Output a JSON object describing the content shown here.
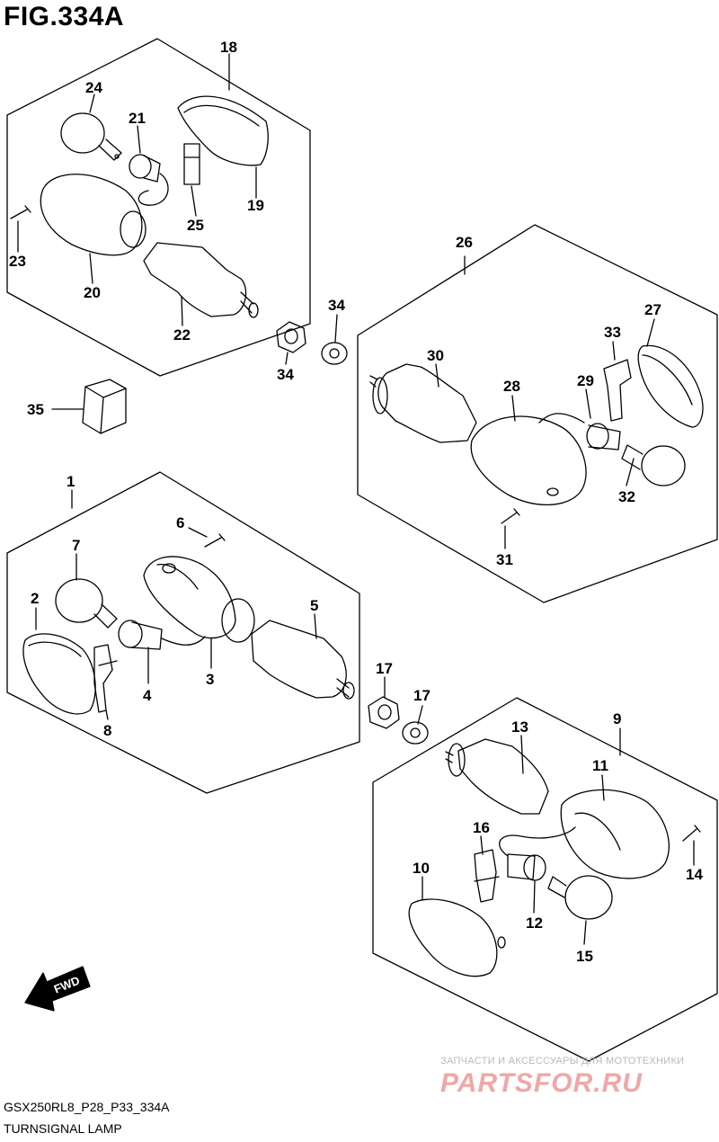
{
  "figure": {
    "title": "FIG.334A",
    "model_code": "GSX250RL8_P28_P33_334A",
    "caption": "TURNSIGNAL LAMP",
    "direction_label": "FWD"
  },
  "callouts": {
    "c1": "1",
    "c2": "2",
    "c3": "3",
    "c4": "4",
    "c5": "5",
    "c6": "6",
    "c7": "7",
    "c8": "8",
    "c9": "9",
    "c10": "10",
    "c11": "11",
    "c12": "12",
    "c13": "13",
    "c14": "14",
    "c15": "15",
    "c16": "16",
    "c17a": "17",
    "c17b": "17",
    "c18": "18",
    "c19": "19",
    "c20": "20",
    "c21": "21",
    "c22": "22",
    "c23": "23",
    "c24": "24",
    "c25": "25",
    "c26": "26",
    "c27": "27",
    "c28": "28",
    "c29": "29",
    "c30": "30",
    "c31": "31",
    "c32": "32",
    "c33": "33",
    "c34a": "34",
    "c34b": "34",
    "c35": "35"
  },
  "watermark": {
    "tagline": "ЗАПЧАСТИ И АКСЕССУАРЫ ДЛЯ МОТОТЕХНИКИ",
    "logo": "PARTSFOR.RU"
  },
  "colors": {
    "line": "#000000",
    "background": "#ffffff",
    "watermark_text": "#b9b9b9",
    "watermark_logo": "#f0a7a7"
  }
}
